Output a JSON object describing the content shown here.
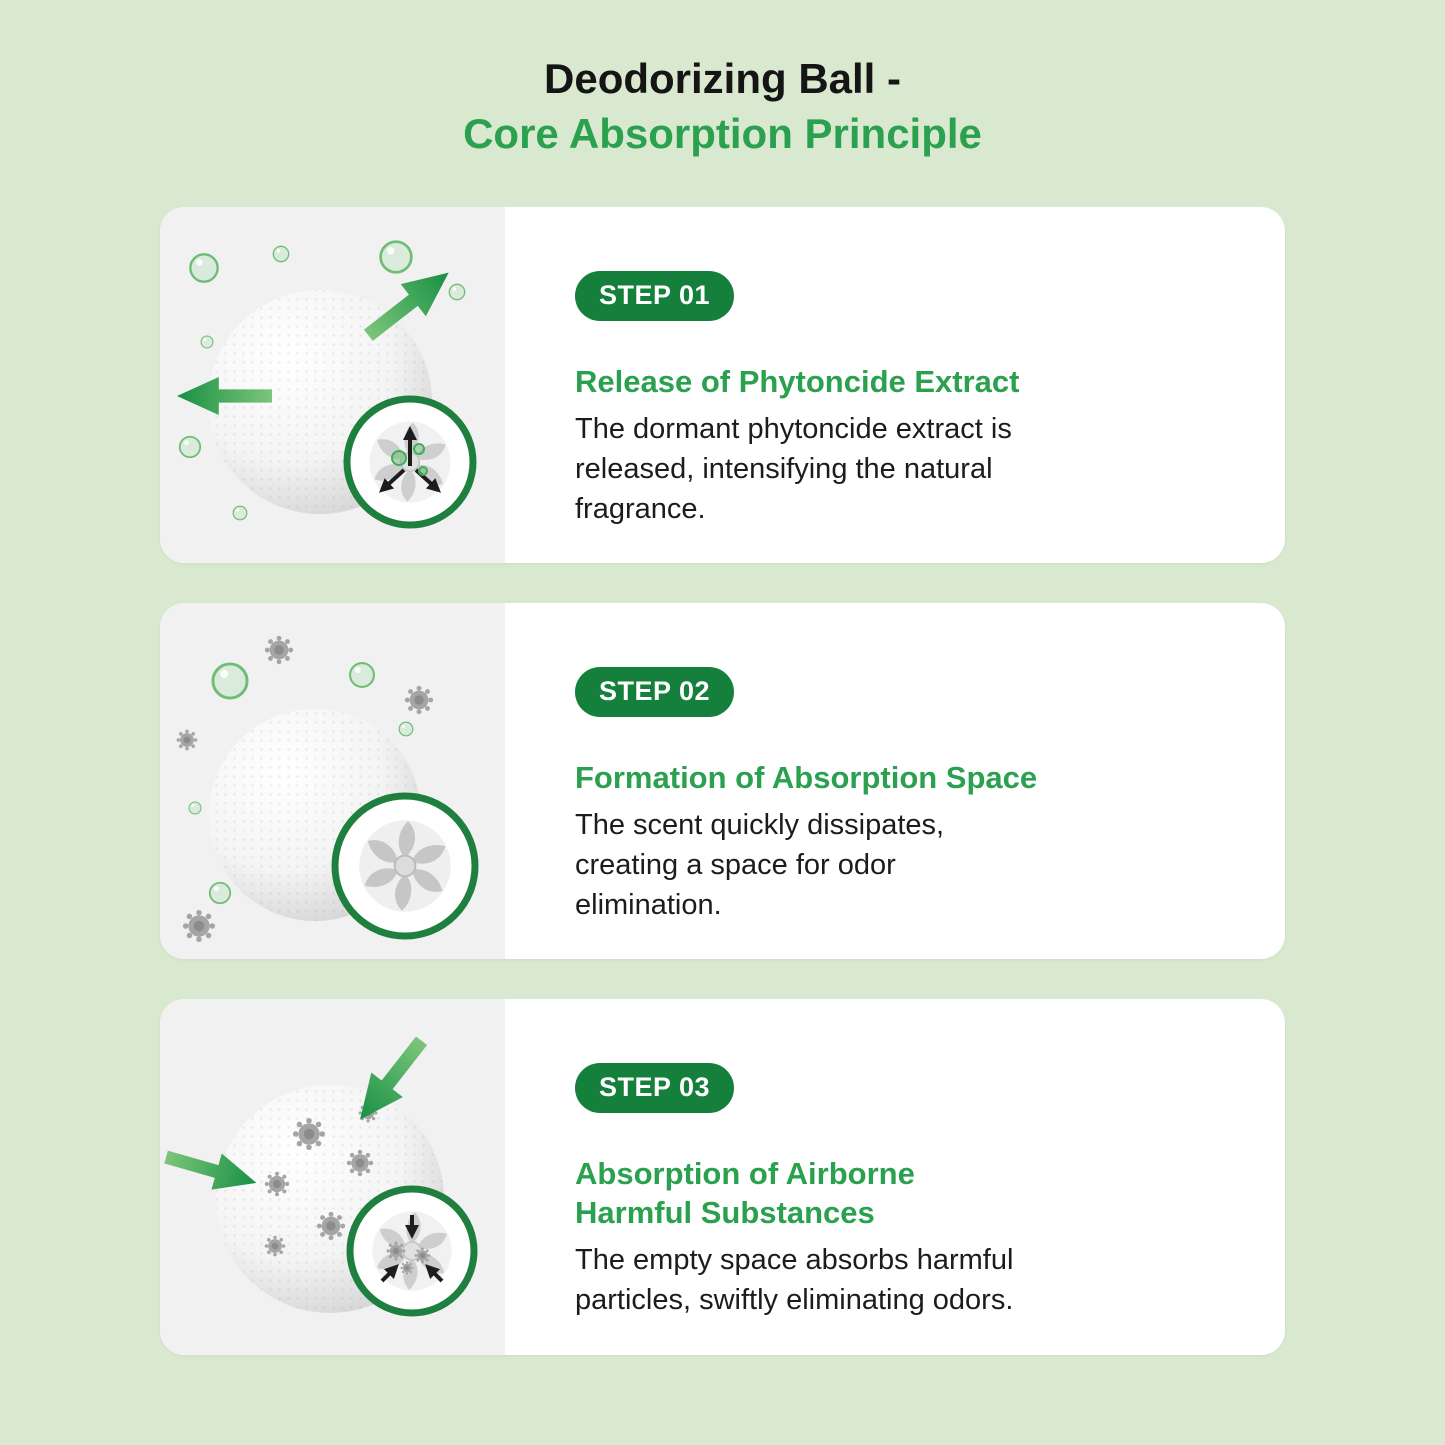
{
  "page": {
    "title_line1": "Deodorizing Ball -",
    "title_line2": "Core Absorption Principle"
  },
  "colors": {
    "background": "#d9e9d0",
    "accent_green": "#2ba14f",
    "badge_green": "#157f3c",
    "ring_green": "#1e7f3e",
    "text_dark": "#1c1c1c",
    "card_bg": "#ffffff",
    "illustration_bg": "#f1f1f1"
  },
  "steps": [
    {
      "badge": "STEP 01",
      "heading": "Release of Phytoncide Extract",
      "body": "The dormant phytoncide extract is released, intensifying the natural fragrance.",
      "illustration": "sphere-release-icon"
    },
    {
      "badge": "STEP 02",
      "heading": "Formation of Absorption Space",
      "body": "The scent quickly dissipates, creating a space for odor elimination.",
      "illustration": "sphere-absorption-space-icon"
    },
    {
      "badge": "STEP 03",
      "heading": "Absorption of Airborne Harmful Substances",
      "body": "The empty space absorbs harmful particles, swiftly eliminating odors.",
      "illustration": "sphere-absorb-particles-icon"
    }
  ]
}
